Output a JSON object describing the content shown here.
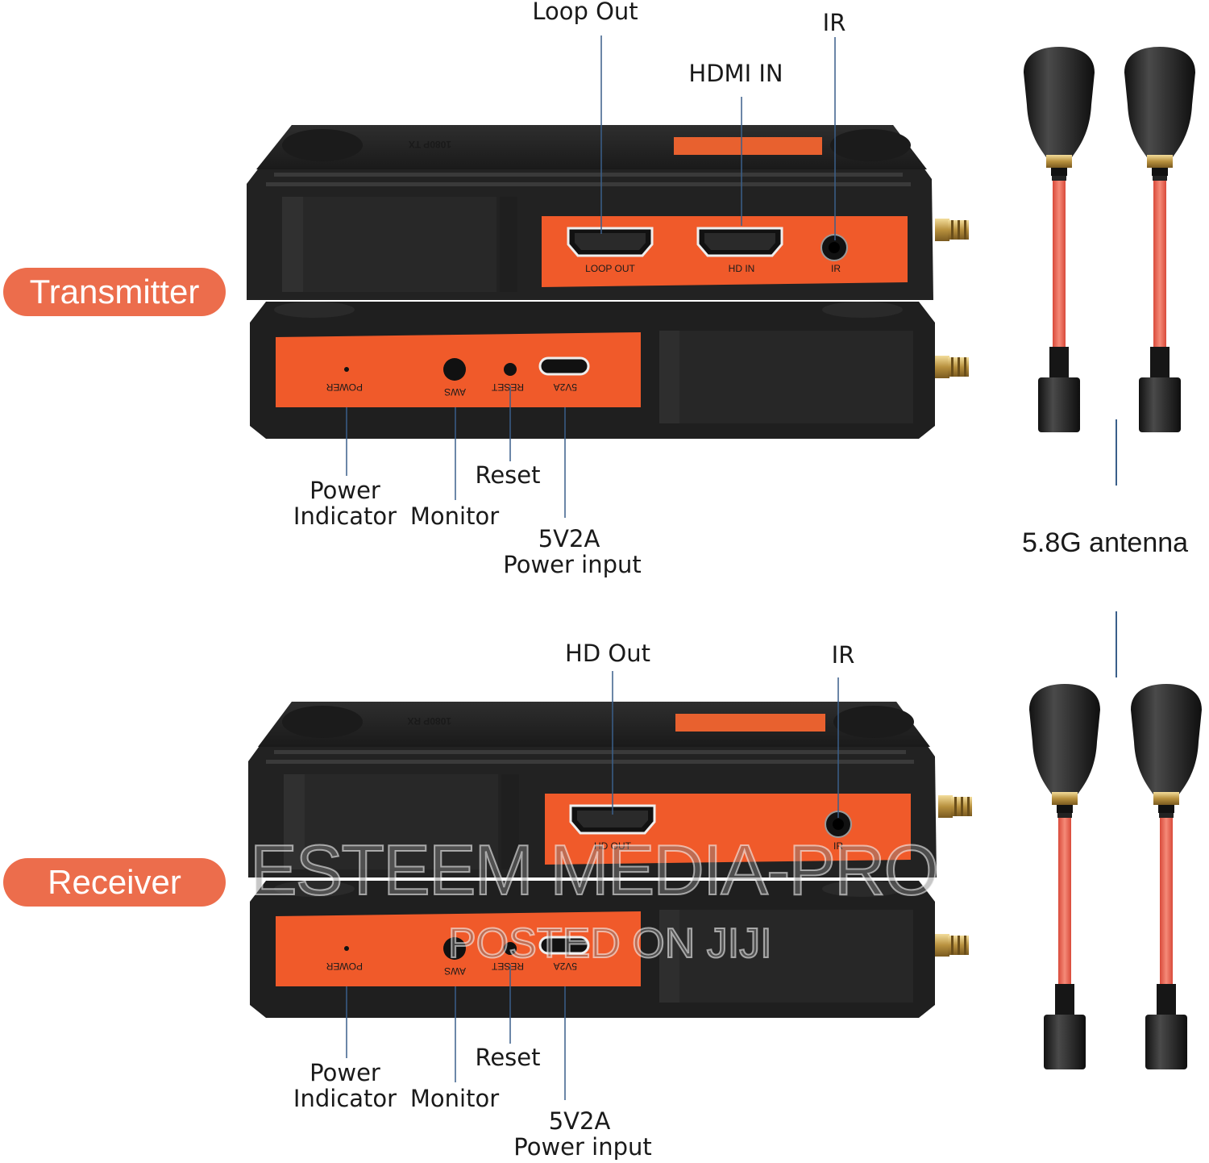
{
  "sections": {
    "transmitter": "Transmitter",
    "receiver": "Receiver"
  },
  "tx": {
    "callouts": {
      "loop_out": "Loop Out",
      "ir": "IR",
      "hdmi_in": "HDMI IN",
      "power_indicator_1": "Power",
      "power_indicator_2": "Indicator",
      "monitor": "Monitor",
      "reset": "Reset",
      "power_input_1": "5V2A",
      "power_input_2": "Power input"
    },
    "ports": {
      "loop_out": "LOOP OUT",
      "hd_in": "HD IN",
      "ir": "IR",
      "power": "POWER",
      "aws": "AWS",
      "reset": "RESET",
      "v5": "5V2A"
    },
    "brand": "1080P TX"
  },
  "rx": {
    "callouts": {
      "hd_out": "HD Out",
      "ir": "IR",
      "power_indicator_1": "Power",
      "power_indicator_2": "Indicator",
      "monitor": "Monitor",
      "reset": "Reset",
      "power_input_1": "5V2A",
      "power_input_2": "Power input"
    },
    "ports": {
      "hd_out": "HD OUT",
      "ir": "IR",
      "power": "POWER",
      "aws": "AWS",
      "reset": "RESET",
      "v5": "5V2A"
    },
    "brand": "1080P RX"
  },
  "antenna_label": "5.8G antenna",
  "watermark": {
    "main": "ESTEEM MEDIA-PRO",
    "sub": "POSTED ON JIJI"
  },
  "colors": {
    "orange": "#ec6d4c",
    "panel_orange": "#f05a2a",
    "device_black": "#232323",
    "leader_line": "#3a5f8a",
    "antenna_cable": "#f26b5b"
  },
  "icons": [
    "hdmi-port-icon",
    "ir-jack-icon",
    "usb-c-port-icon",
    "sma-connector-icon",
    "antenna-icon"
  ]
}
